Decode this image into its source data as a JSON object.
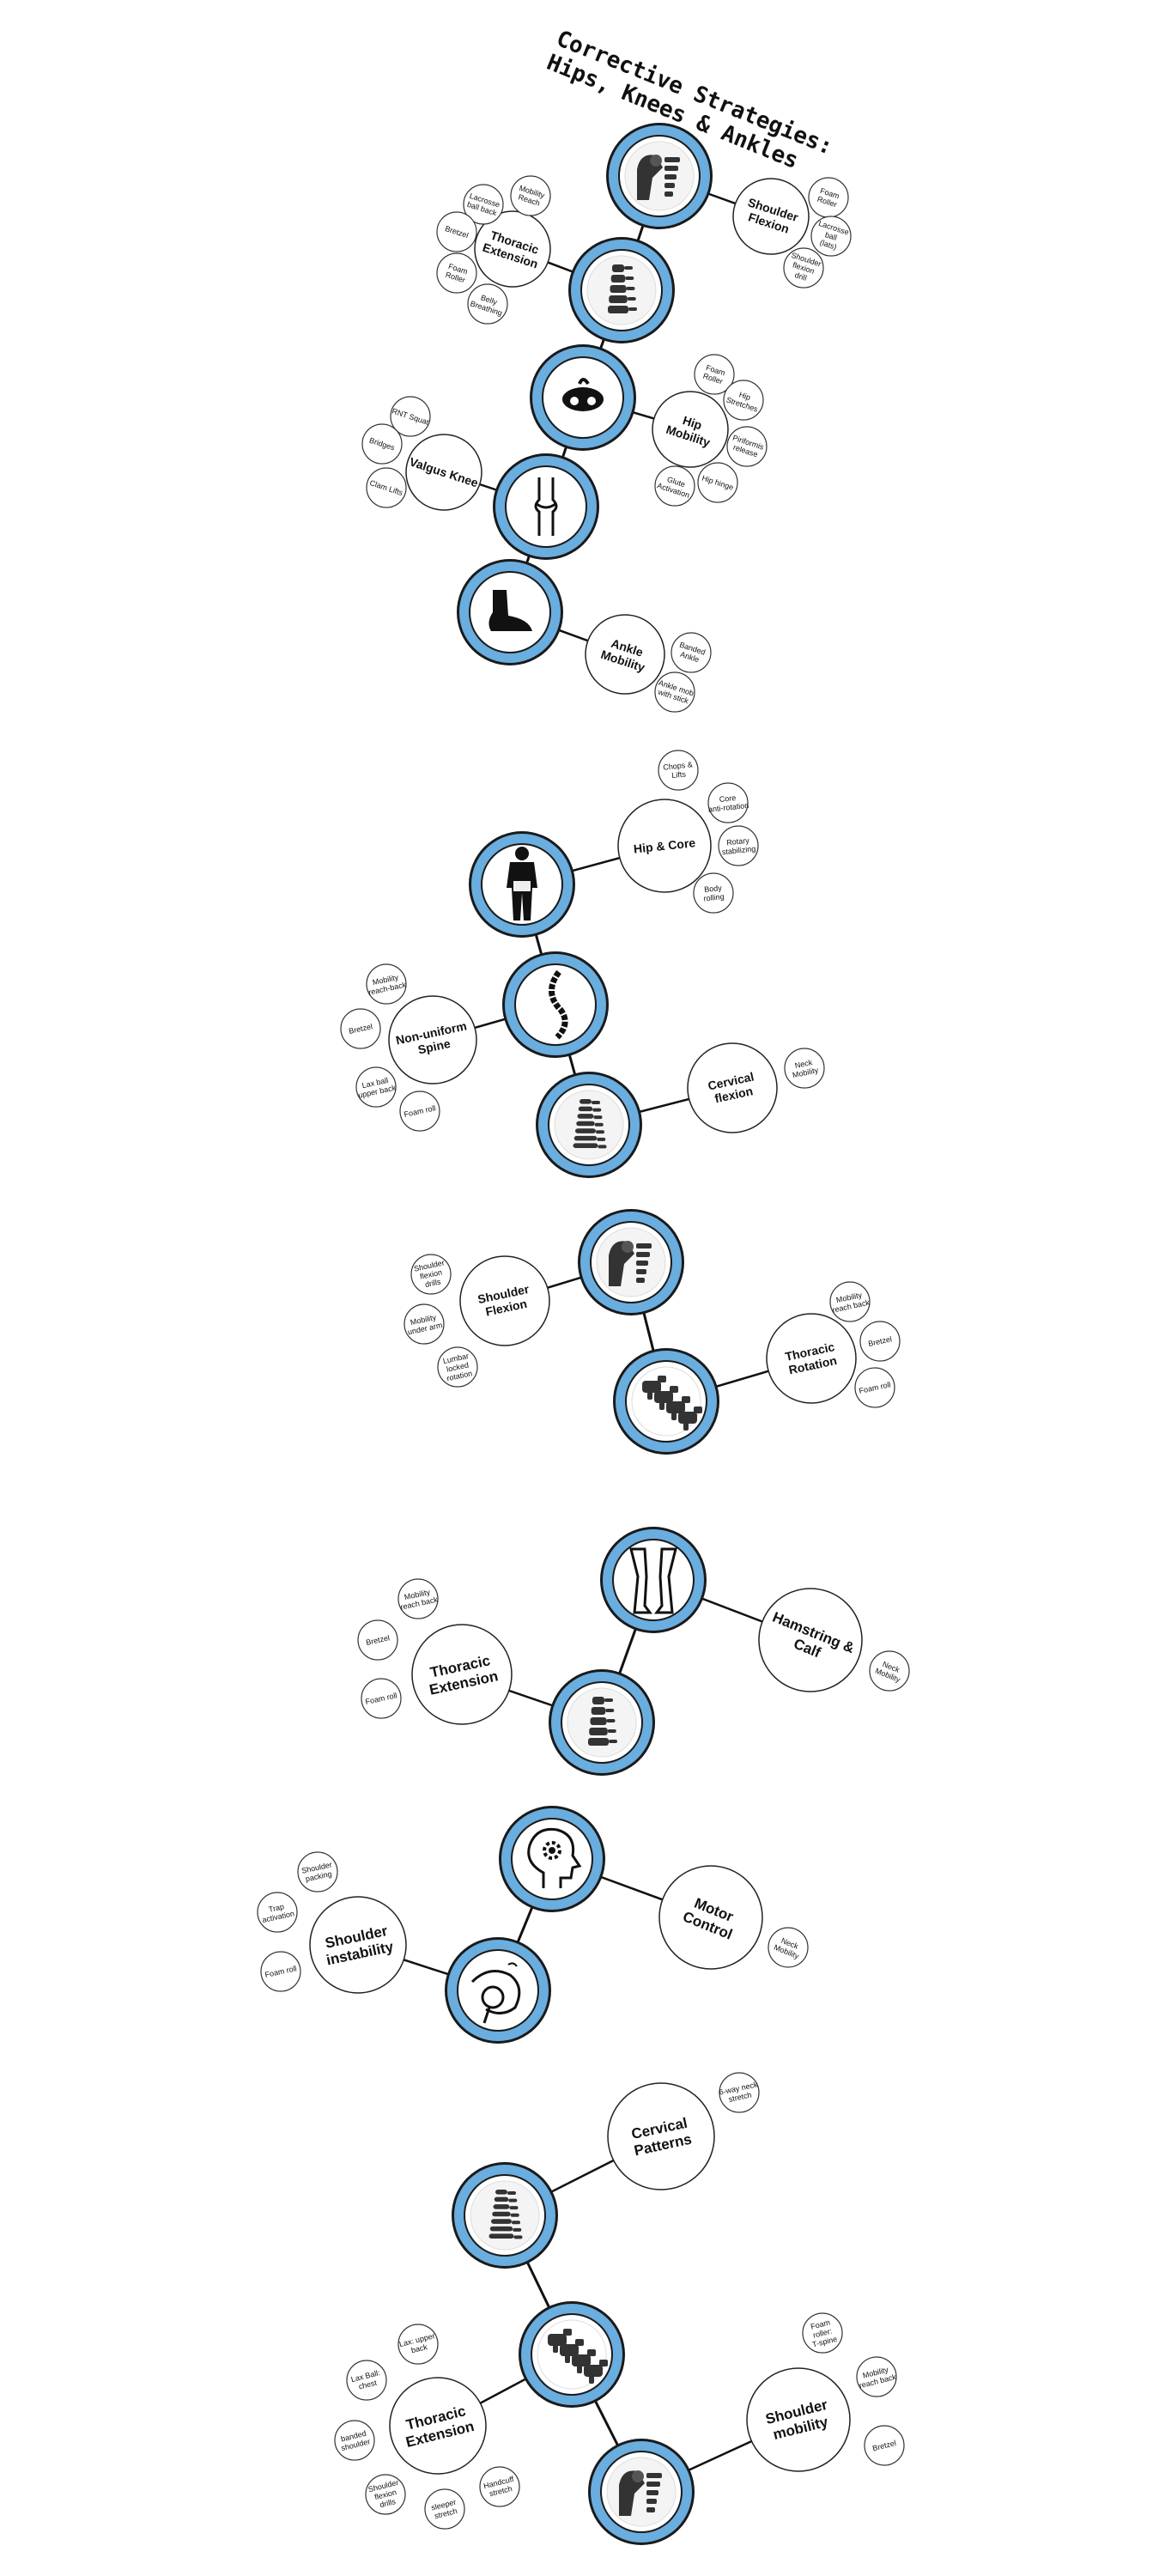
{
  "title": {
    "line1": "Corrective Strategies:",
    "line2": "Hips, Knees & Ankles"
  },
  "colors": {
    "ring": "#6aaddf",
    "ring_dark": "#1a1a1a",
    "icon": "#333333",
    "line": "#111111"
  },
  "groups": [
    {
      "nodes": [
        {
          "icon": "shoulder-icon"
        },
        {
          "icon": "spine-icon"
        },
        {
          "icon": "pelvis-icon"
        },
        {
          "icon": "knee-icon"
        },
        {
          "icon": "foot-icon"
        }
      ],
      "topics": [
        {
          "label": "Shoulder Flexion",
          "items": [
            "Foam Roller",
            "Lacrosse ball (lats)",
            "Shoulder flexion drill"
          ]
        },
        {
          "label": "Thoracic Extension",
          "items": [
            "Mobility Reach",
            "Lacrosse ball back",
            "Bretzel",
            "Foam Roller",
            "Belly Breathing"
          ]
        },
        {
          "label": "Hip Mobility",
          "items": [
            "Foam Roller",
            "Hip Stretches",
            "Piriformis release",
            "Hip hinge",
            "Glute Activation"
          ]
        },
        {
          "label": "Valgus Knee",
          "items": [
            "RNT Squat",
            "Bridges",
            "Clam Lifts"
          ]
        },
        {
          "label": "Ankle Mobility",
          "items": [
            "Banded Ankle",
            "Ankle mob with stick"
          ]
        }
      ]
    },
    {
      "nodes": [
        {
          "icon": "body-icon"
        },
        {
          "icon": "curved-spine-icon"
        },
        {
          "icon": "cervical-spine-icon"
        }
      ],
      "topics": [
        {
          "label": "Hip & Core",
          "items": [
            "Chops & Lifts",
            "Core anti-rotation",
            "Rotary stabilizing",
            "Body rolling"
          ]
        },
        {
          "label": "Non-uniform Spine",
          "items": [
            "Mobility reach-back",
            "Bretzel",
            "Lax ball upper back",
            "Foam roll"
          ]
        },
        {
          "label": "Cervical flexion",
          "items": [
            "Neck Mobility"
          ]
        }
      ]
    },
    {
      "nodes": [
        {
          "icon": "shoulder-icon"
        },
        {
          "icon": "vertebrae-icon"
        }
      ],
      "topics": [
        {
          "label": "Shoulder Flexion",
          "items": [
            "Shoulder flexion drills",
            "Mobility under arm",
            "Lumbar locked rotation"
          ]
        },
        {
          "label": "Thoracic Rotation",
          "items": [
            "Mobility reach back",
            "Bretzel",
            "Foam roll"
          ]
        }
      ]
    },
    {
      "nodes": [
        {
          "icon": "legs-icon"
        },
        {
          "icon": "spine-icon"
        }
      ],
      "topics": [
        {
          "label": "Hamstring & Calf",
          "items": [
            "Neck Mobility"
          ]
        },
        {
          "label": "Thoracic Extension",
          "items": [
            "Mobility reach back",
            "Bretzel",
            "Foam roll"
          ]
        }
      ]
    },
    {
      "nodes": [
        {
          "icon": "head-gear-icon"
        },
        {
          "icon": "shoulder-joint-icon"
        }
      ],
      "topics": [
        {
          "label": "Motor Control",
          "items": [
            "Neck Mobility"
          ]
        },
        {
          "label": "Shoulder instability",
          "items": [
            "Shoulder packing",
            "Trap activation",
            "Foam roll"
          ]
        }
      ]
    },
    {
      "nodes": [
        {
          "icon": "cervical-spine-icon"
        },
        {
          "icon": "vertebrae-icon"
        },
        {
          "icon": "shoulder-icon"
        }
      ],
      "topics": [
        {
          "label": "Cervical Patterns",
          "items": [
            "6-way neck stretch"
          ]
        },
        {
          "label": "Thoracic Extension",
          "items": [
            "Lax: upper back",
            "Lax Ball: chest",
            "banded shoulder",
            "Shoulder flexion drills",
            "sleeper stretch",
            "Handcuff stretch"
          ]
        },
        {
          "label": "Shoulder mobility",
          "items": [
            "Foam roller: T-spine",
            "Mobility reach back",
            "Bretzel"
          ]
        }
      ]
    }
  ]
}
